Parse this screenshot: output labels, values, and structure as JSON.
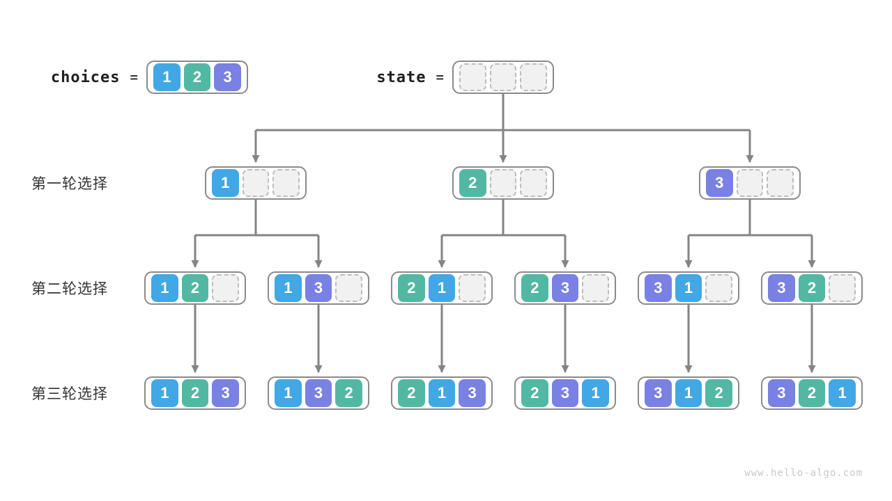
{
  "header": {
    "choices_label": "choices",
    "equals": "=",
    "choices_cells": [
      "1",
      "2",
      "3"
    ],
    "state_label": "state",
    "state_cells": [
      "",
      "",
      ""
    ]
  },
  "rows": [
    {
      "label": "第一轮选择",
      "nodes": [
        [
          "1",
          "",
          ""
        ],
        [
          "2",
          "",
          ""
        ],
        [
          "3",
          "",
          ""
        ]
      ]
    },
    {
      "label": "第二轮选择",
      "nodes": [
        [
          "1",
          "2",
          ""
        ],
        [
          "1",
          "3",
          ""
        ],
        [
          "2",
          "1",
          ""
        ],
        [
          "2",
          "3",
          ""
        ],
        [
          "3",
          "1",
          ""
        ],
        [
          "3",
          "2",
          ""
        ]
      ]
    },
    {
      "label": "第三轮选择",
      "nodes": [
        [
          "1",
          "2",
          "3"
        ],
        [
          "1",
          "3",
          "2"
        ],
        [
          "2",
          "1",
          "3"
        ],
        [
          "2",
          "3",
          "1"
        ],
        [
          "3",
          "1",
          "2"
        ],
        [
          "3",
          "2",
          "1"
        ]
      ]
    }
  ],
  "watermark": "www.hello-algo.com",
  "colors": {
    "value_1": "#42A7E5",
    "value_2": "#52B8A3",
    "value_3": "#7981E2",
    "empty_fill": "#f1f1f1",
    "line": "#848484",
    "box_border": "#8a8a8a"
  }
}
